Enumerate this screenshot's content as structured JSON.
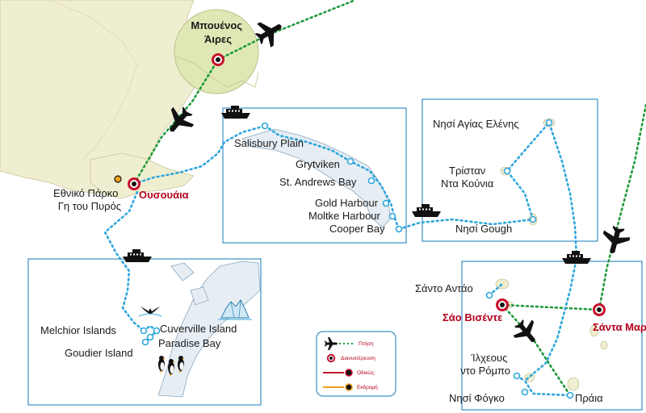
{
  "colors": {
    "sea": "#ffffff",
    "land": "#f0eed0",
    "route_sea": "#2fa6dc",
    "route_flight": "#1f9a3a",
    "overnight": "#c8102e",
    "road": "#c8102e",
    "excursion": "#f0a020"
  },
  "places": {
    "buenos_aires": "Μπουένος Άιρες",
    "ushuaia": "Ουσουάια",
    "tierra_del_fuego": "Εθνικό Πάρκο Γη του Πυρός",
    "salisbury": "Salisbury Plain",
    "grytviken": "Grytviken",
    "st_andrews": "St. Andrews Bay",
    "gold_harbour": "Gold Harbour",
    "moltke": "Moltke Harbour",
    "cooper": "Cooper Bay",
    "st_helena": "Νησί Αγίας Ελένης",
    "tristan": "Τρίσταν Ντα Κούνια",
    "gough": "Νησί Gough",
    "melchior": "Melchior Islands",
    "cuverville": "Cuverville Island",
    "goudier": "Goudier Island",
    "paradise": "Paradise Bay",
    "santo_antao": "Σάντο Αντάο",
    "sao_vicente": "Σάο Βισέντε",
    "santa_maria": "Σάντα Μαρία",
    "ilheus_rombo": "Ίλχεους ντο Ρόμπο",
    "fogo": "Νησί Φόγκο",
    "praia": "Πράια"
  },
  "legend": {
    "flight": "Πτήση",
    "overnight": "Διανυκτέρευση",
    "road": "Οδικώς",
    "excursion": "Εκδρομή"
  },
  "icons": [
    "airplane-icon",
    "ship-icon",
    "whale-tail-icon",
    "iceberg-icon",
    "penguin-icon"
  ]
}
